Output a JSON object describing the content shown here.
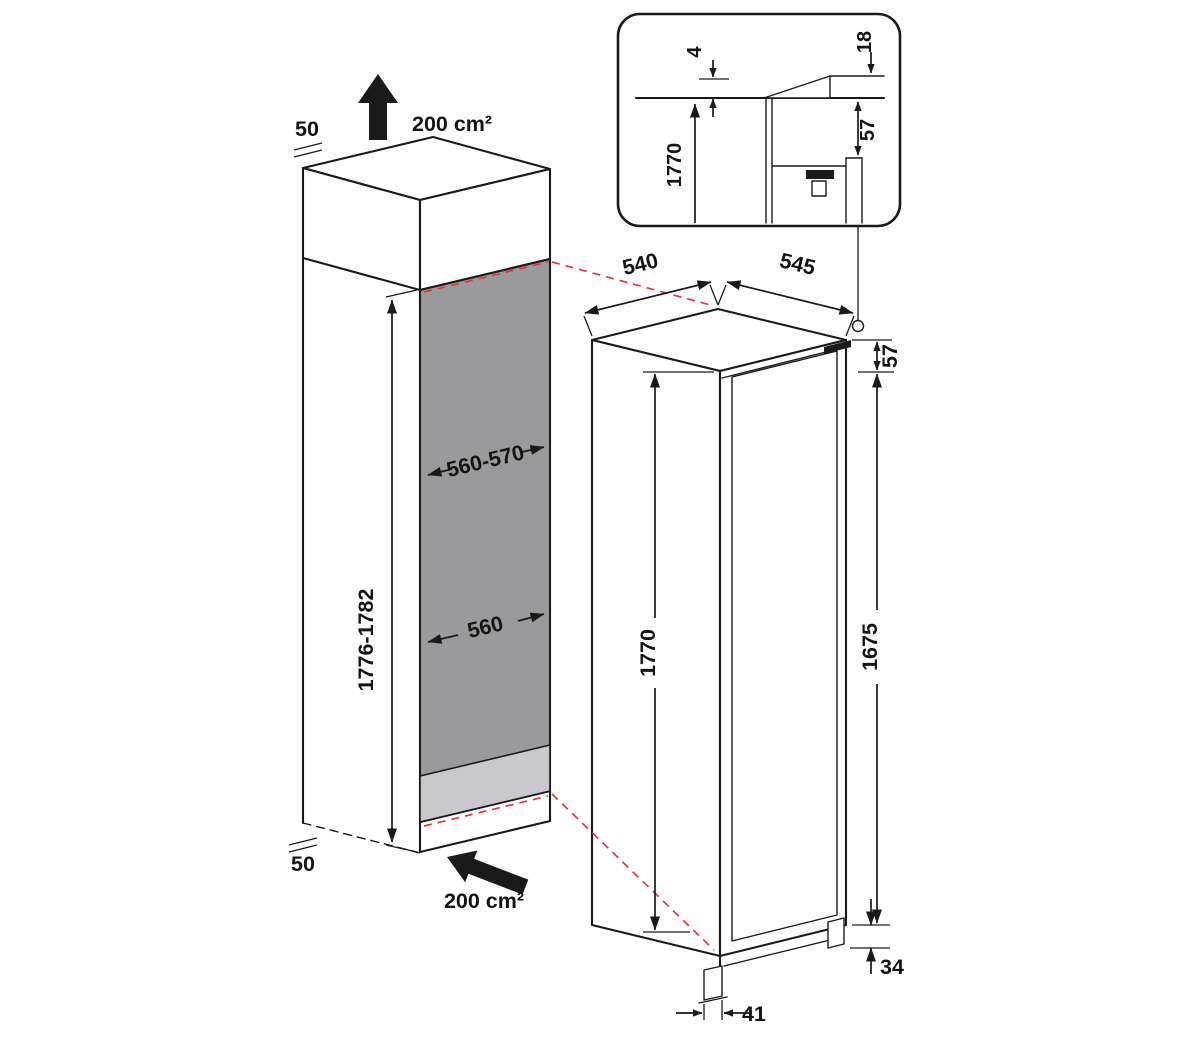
{
  "colors": {
    "ink": "#1a1a1a",
    "projection_red": "#e8323f",
    "niche_back_gray": "#9a999b",
    "niche_floor_gray": "#c9c9cb"
  },
  "cabinet_view": {
    "top_clearance": "50",
    "bottom_clearance": "50",
    "top_vent": "200 cm²",
    "bottom_vent": "200 cm²",
    "niche_width_top": "560-570",
    "niche_width_bottom": "560",
    "niche_height": "1776-1782"
  },
  "appliance_view": {
    "depth": "540",
    "width": "545",
    "height": "1770",
    "door_height": "1675",
    "top_gap": "57",
    "plinth_height": "34",
    "foot_depth": "41"
  },
  "detail_inset": {
    "gap_top": "4",
    "edge_height": "18",
    "top_recess": "57",
    "niche_height": "1770"
  }
}
